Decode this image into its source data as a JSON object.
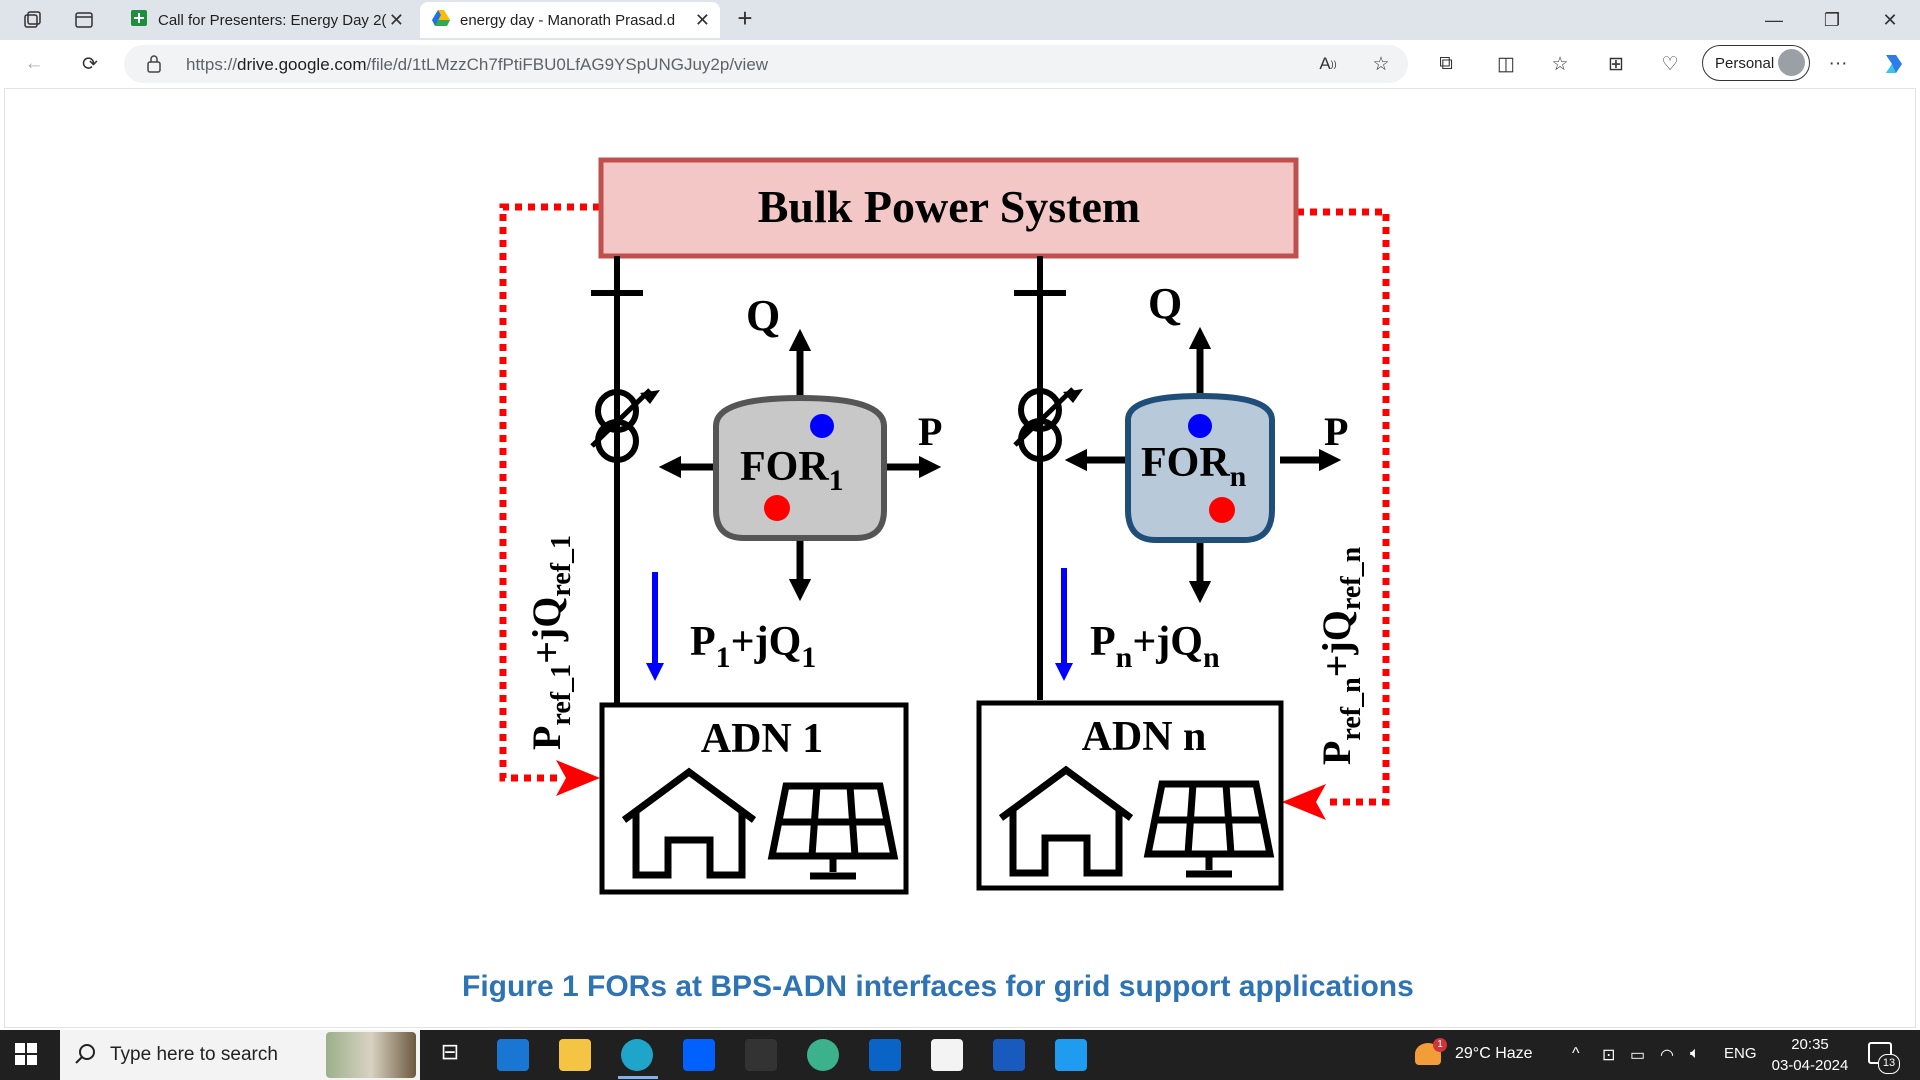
{
  "browser": {
    "tabs": [
      {
        "title": "Call for Presenters: Energy Day 2(",
        "icon": "sheets-icon"
      },
      {
        "title": "energy day - Manorath Prasad.d",
        "icon": "drive-icon",
        "active": true
      }
    ],
    "new_tab": "+",
    "url_prefix": "https://",
    "url_host": "drive.google.com",
    "url_path": "/file/d/1tLMzzCh7fPtiFBU0LfAG9YSpUNGJuy2p/view",
    "profile_label": "Personal"
  },
  "figure": {
    "bps_label": "Bulk Power System",
    "q_label": "Q",
    "p_label": "P",
    "for1_main": "FOR",
    "for1_sub": "1",
    "forn_main": "FOR",
    "forn_sub": "n",
    "flow1_a": "P",
    "flow1_a_sub": "1",
    "flow1_b": "+jQ",
    "flow1_b_sub": "1",
    "flown_a": "P",
    "flown_a_sub": "n",
    "flown_b": "+jQ",
    "flown_b_sub": "n",
    "ref1_a": "P",
    "ref1_a_sub": "ref_1",
    "ref1_b": "+jQ",
    "ref1_b_sub": "ref_1",
    "refn_a": "P",
    "refn_a_sub": "ref_n",
    "refn_b": "+jQ",
    "refn_b_sub": "ref_n",
    "adn1_label": "ADN 1",
    "adnn_label": "ADN n",
    "caption": "Figure 1 FORs at BPS-ADN interfaces for grid support applications"
  },
  "taskbar": {
    "search_placeholder": "Type here to search",
    "weather": "29°C  Haze",
    "language": "ENG",
    "time": "20:35",
    "date": "03-04-2024",
    "notifications": "13",
    "weather_badge": "1"
  },
  "colors": {
    "bps_fill": "#f4c7c7",
    "bps_stroke": "#c0504d",
    "signal": "#ff0000",
    "flow_arrow": "#0000ff",
    "for1_fill": "#c8c8c8",
    "forn_fill": "#b8c9d9",
    "caption": "#2e74b5"
  }
}
